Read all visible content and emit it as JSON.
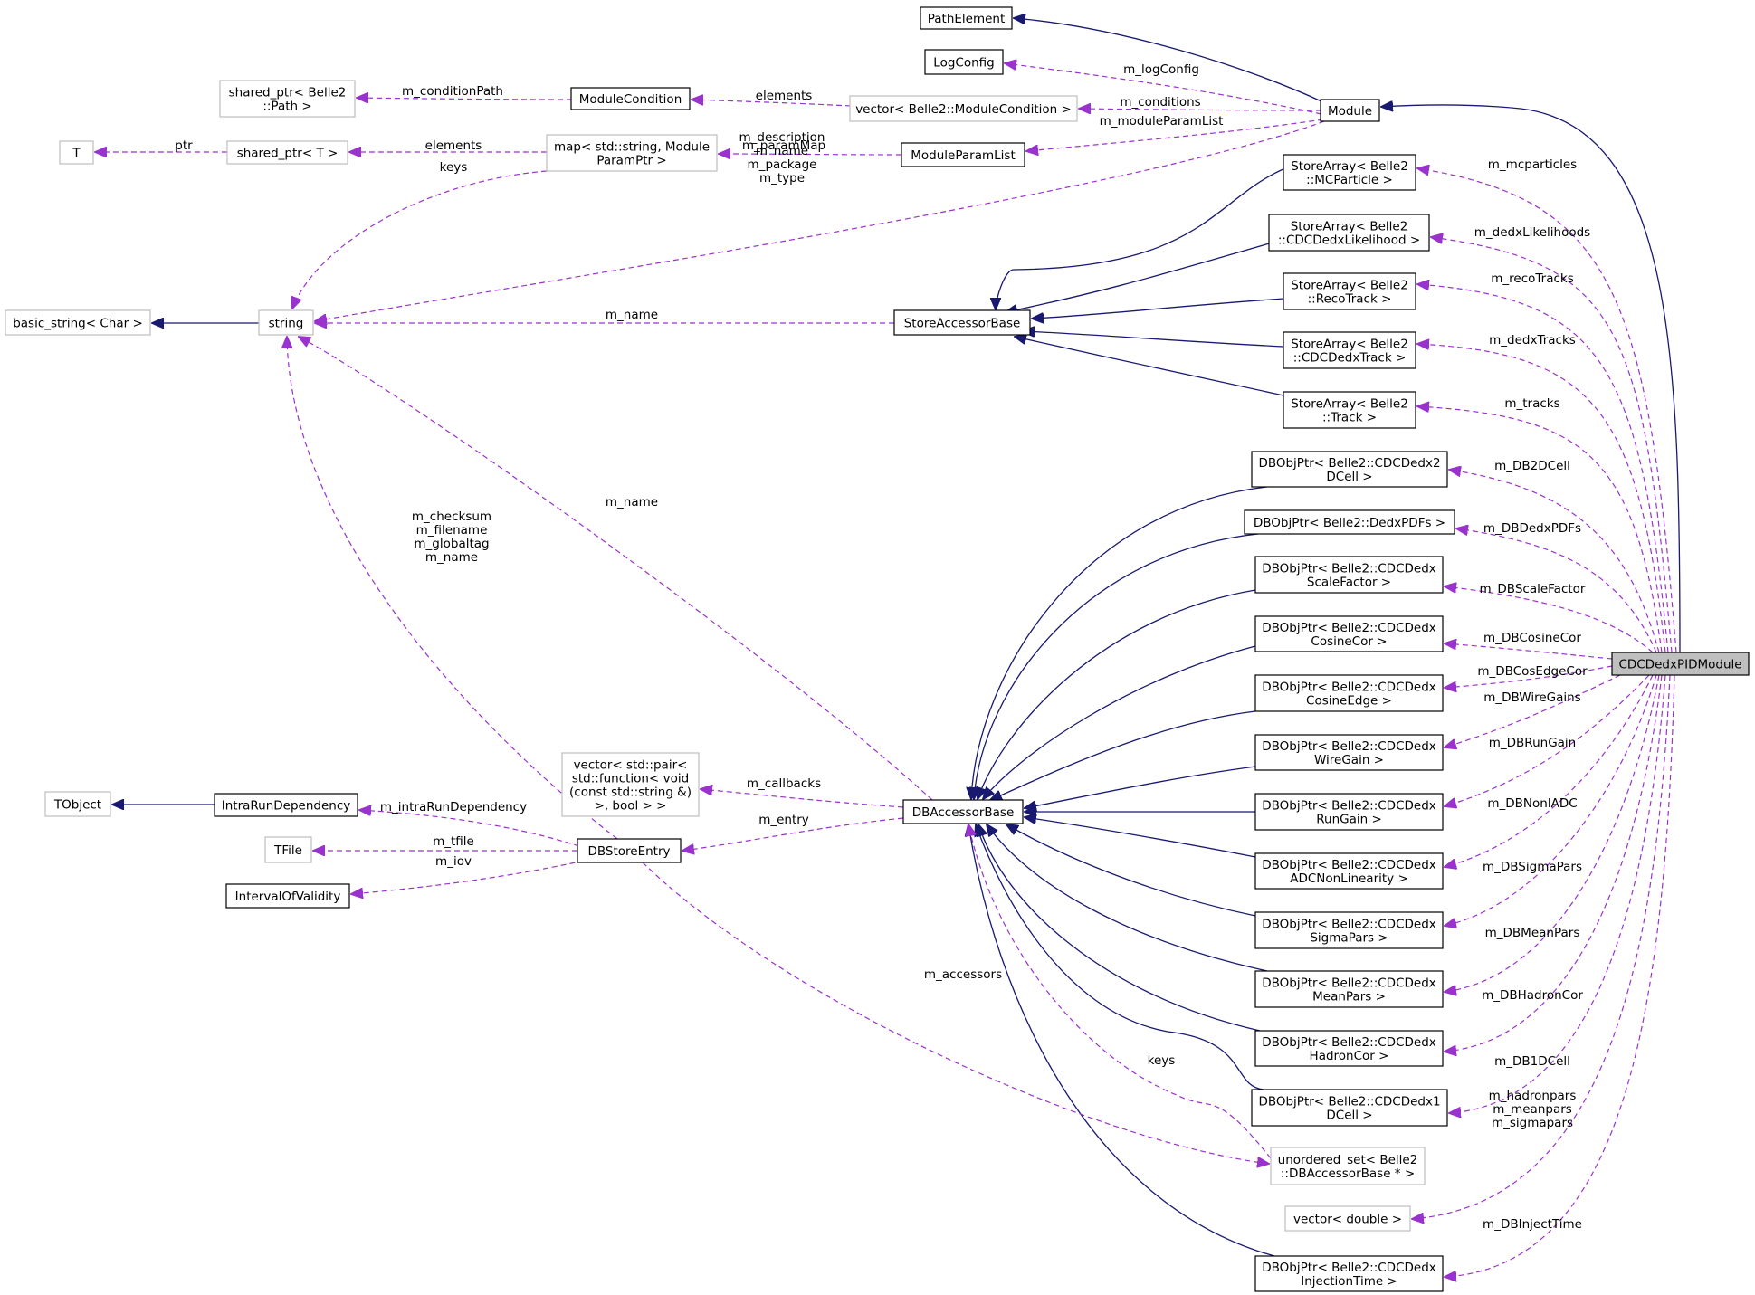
{
  "colors": {
    "inheritance_edge": "#191970",
    "usage_edge": "#9a32cd",
    "main_node_fill": "#bfbfbf",
    "undocumented_border": "#bfbfbf"
  },
  "nodes": [
    {
      "id": "PathElement",
      "lines": [
        "PathElement"
      ],
      "style": "solid"
    },
    {
      "id": "LogConfig",
      "lines": [
        "LogConfig"
      ],
      "style": "solid"
    },
    {
      "id": "shared_ptr_path",
      "lines": [
        "shared_ptr< Belle2",
        "::Path >"
      ],
      "style": "gray"
    },
    {
      "id": "ModuleCondition",
      "lines": [
        "ModuleCondition"
      ],
      "style": "solid"
    },
    {
      "id": "vector_modcond",
      "lines": [
        "vector< Belle2::ModuleCondition >"
      ],
      "style": "gray"
    },
    {
      "id": "Module",
      "lines": [
        "Module"
      ],
      "style": "solid"
    },
    {
      "id": "T",
      "lines": [
        "T"
      ],
      "style": "gray"
    },
    {
      "id": "shared_ptr_T",
      "lines": [
        "shared_ptr< T >"
      ],
      "style": "gray"
    },
    {
      "id": "map_param",
      "lines": [
        "map< std::string, Module",
        "ParamPtr >"
      ],
      "style": "gray"
    },
    {
      "id": "ModuleParamList",
      "lines": [
        "ModuleParamList"
      ],
      "style": "solid"
    },
    {
      "id": "SA_MCParticle",
      "lines": [
        "StoreArray< Belle2",
        "::MCParticle >"
      ],
      "style": "solid"
    },
    {
      "id": "SA_Likelihood",
      "lines": [
        "StoreArray< Belle2",
        "::CDCDedxLikelihood >"
      ],
      "style": "solid"
    },
    {
      "id": "SA_RecoTrack",
      "lines": [
        "StoreArray< Belle2",
        "::RecoTrack >"
      ],
      "style": "solid"
    },
    {
      "id": "SA_DedxTrack",
      "lines": [
        "StoreArray< Belle2",
        "::CDCDedxTrack >"
      ],
      "style": "solid"
    },
    {
      "id": "SA_Track",
      "lines": [
        "StoreArray< Belle2",
        "::Track >"
      ],
      "style": "solid"
    },
    {
      "id": "basic_string",
      "lines": [
        "basic_string< Char >"
      ],
      "style": "gray"
    },
    {
      "id": "string",
      "lines": [
        "string"
      ],
      "style": "gray"
    },
    {
      "id": "StoreAccessorBase",
      "lines": [
        "StoreAccessorBase"
      ],
      "style": "solid"
    },
    {
      "id": "DB_2DCell",
      "lines": [
        "DBObjPtr< Belle2::CDCDedx2",
        "DCell >"
      ],
      "style": "solid"
    },
    {
      "id": "DB_DedxPDFs",
      "lines": [
        "DBObjPtr< Belle2::DedxPDFs >"
      ],
      "style": "solid"
    },
    {
      "id": "DB_ScaleFactor",
      "lines": [
        "DBObjPtr< Belle2::CDCDedx",
        "ScaleFactor >"
      ],
      "style": "solid"
    },
    {
      "id": "DB_CosineCor",
      "lines": [
        "DBObjPtr< Belle2::CDCDedx",
        "CosineCor >"
      ],
      "style": "solid"
    },
    {
      "id": "DB_CosineEdge",
      "lines": [
        "DBObjPtr< Belle2::CDCDedx",
        "CosineEdge >"
      ],
      "style": "solid"
    },
    {
      "id": "DB_WireGain",
      "lines": [
        "DBObjPtr< Belle2::CDCDedx",
        "WireGain >"
      ],
      "style": "solid"
    },
    {
      "id": "DB_RunGain",
      "lines": [
        "DBObjPtr< Belle2::CDCDedx",
        "RunGain >"
      ],
      "style": "solid"
    },
    {
      "id": "DB_ADCNonLin",
      "lines": [
        "DBObjPtr< Belle2::CDCDedx",
        "ADCNonLinearity >"
      ],
      "style": "solid"
    },
    {
      "id": "DB_SigmaPars",
      "lines": [
        "DBObjPtr< Belle2::CDCDedx",
        "SigmaPars >"
      ],
      "style": "solid"
    },
    {
      "id": "DB_MeanPars",
      "lines": [
        "DBObjPtr< Belle2::CDCDedx",
        "MeanPars >"
      ],
      "style": "solid"
    },
    {
      "id": "DB_HadronCor",
      "lines": [
        "DBObjPtr< Belle2::CDCDedx",
        "HadronCor >"
      ],
      "style": "solid"
    },
    {
      "id": "DB_1DCell",
      "lines": [
        "DBObjPtr< Belle2::CDCDedx1",
        "DCell >"
      ],
      "style": "solid"
    },
    {
      "id": "DB_InjectionTime",
      "lines": [
        "DBObjPtr< Belle2::CDCDedx",
        "InjectionTime >"
      ],
      "style": "solid"
    },
    {
      "id": "vector_pair",
      "lines": [
        "vector< std::pair<",
        "std::function< void",
        "(const std::string &)",
        ">, bool > >"
      ],
      "style": "gray"
    },
    {
      "id": "DBAccessorBase",
      "lines": [
        "DBAccessorBase"
      ],
      "style": "solid"
    },
    {
      "id": "TObject",
      "lines": [
        "TObject"
      ],
      "style": "gray"
    },
    {
      "id": "IntraRunDependency",
      "lines": [
        "IntraRunDependency"
      ],
      "style": "solid"
    },
    {
      "id": "TFile",
      "lines": [
        "TFile"
      ],
      "style": "gray"
    },
    {
      "id": "DBStoreEntry",
      "lines": [
        "DBStoreEntry"
      ],
      "style": "solid"
    },
    {
      "id": "IntervalOfValidity",
      "lines": [
        "IntervalOfValidity"
      ],
      "style": "solid"
    },
    {
      "id": "unordered_set",
      "lines": [
        "unordered_set< Belle2",
        "::DBAccessorBase * >"
      ],
      "style": "gray"
    },
    {
      "id": "vector_double",
      "lines": [
        "vector< double >"
      ],
      "style": "gray"
    },
    {
      "id": "CDCDedxPIDModule",
      "lines": [
        "CDCDedxPIDModule"
      ],
      "style": "main"
    }
  ],
  "edge_labels": [
    {
      "id": "m_logConfig",
      "lines": [
        "m_logConfig"
      ]
    },
    {
      "id": "m_conditionPath",
      "lines": [
        "m_conditionPath"
      ]
    },
    {
      "id": "elements_modcond",
      "lines": [
        "elements"
      ]
    },
    {
      "id": "m_conditions",
      "lines": [
        "m_conditions"
      ]
    },
    {
      "id": "m_moduleParamList",
      "lines": [
        "m_moduleParamList"
      ]
    },
    {
      "id": "ptr",
      "lines": [
        "ptr"
      ]
    },
    {
      "id": "elements_T",
      "lines": [
        "elements"
      ]
    },
    {
      "id": "m_paramMap",
      "lines": [
        "m_paramMap"
      ]
    },
    {
      "id": "keys_map",
      "lines": [
        "keys"
      ]
    },
    {
      "id": "module_strings",
      "lines": [
        "m_description",
        "m_name",
        "m_package",
        "m_type"
      ]
    },
    {
      "id": "m_name_store",
      "lines": [
        "m_name"
      ]
    },
    {
      "id": "m_name_db",
      "lines": [
        "m_name"
      ]
    },
    {
      "id": "dbentry_strings",
      "lines": [
        "m_checksum",
        "m_filename",
        "m_globaltag",
        "m_name"
      ]
    },
    {
      "id": "m_mcparticles",
      "lines": [
        "m_mcparticles"
      ]
    },
    {
      "id": "m_dedxLikelihoods",
      "lines": [
        "m_dedxLikelihoods"
      ]
    },
    {
      "id": "m_recoTracks",
      "lines": [
        "m_recoTracks"
      ]
    },
    {
      "id": "m_dedxTracks",
      "lines": [
        "m_dedxTracks"
      ]
    },
    {
      "id": "m_tracks",
      "lines": [
        "m_tracks"
      ]
    },
    {
      "id": "m_DB2DCell",
      "lines": [
        "m_DB2DCell"
      ]
    },
    {
      "id": "m_DBDedxPDFs",
      "lines": [
        "m_DBDedxPDFs"
      ]
    },
    {
      "id": "m_DBScaleFactor",
      "lines": [
        "m_DBScaleFactor"
      ]
    },
    {
      "id": "m_DBCosineCor",
      "lines": [
        "m_DBCosineCor"
      ]
    },
    {
      "id": "m_DBCosEdgeCor",
      "lines": [
        "m_DBCosEdgeCor"
      ]
    },
    {
      "id": "m_DBWireGains",
      "lines": [
        "m_DBWireGains"
      ]
    },
    {
      "id": "m_DBRunGain",
      "lines": [
        "m_DBRunGain"
      ]
    },
    {
      "id": "m_DBNonlADC",
      "lines": [
        "m_DBNonlADC"
      ]
    },
    {
      "id": "m_DBSigmaPars",
      "lines": [
        "m_DBSigmaPars"
      ]
    },
    {
      "id": "m_DBMeanPars",
      "lines": [
        "m_DBMeanPars"
      ]
    },
    {
      "id": "m_DBHadronCor",
      "lines": [
        "m_DBHadronCor"
      ]
    },
    {
      "id": "m_DB1DCell",
      "lines": [
        "m_DB1DCell"
      ]
    },
    {
      "id": "vector_double_members",
      "lines": [
        "m_hadronpars",
        "m_meanpars",
        "m_sigmapars"
      ]
    },
    {
      "id": "m_DBInjectTime",
      "lines": [
        "m_DBInjectTime"
      ]
    },
    {
      "id": "m_callbacks",
      "lines": [
        "m_callbacks"
      ]
    },
    {
      "id": "m_entry",
      "lines": [
        "m_entry"
      ]
    },
    {
      "id": "m_intraRunDependency",
      "lines": [
        "m_intraRunDependency"
      ]
    },
    {
      "id": "m_tfile",
      "lines": [
        "m_tfile"
      ]
    },
    {
      "id": "m_iov",
      "lines": [
        "m_iov"
      ]
    },
    {
      "id": "m_accessors",
      "lines": [
        "m_accessors"
      ]
    },
    {
      "id": "keys_set",
      "lines": [
        "keys"
      ]
    }
  ],
  "edges": [
    {
      "from": "Module",
      "to": "PathElement",
      "kind": "inheritance"
    },
    {
      "from": "CDCDedxPIDModule",
      "to": "Module",
      "kind": "inheritance"
    },
    {
      "from": "Module",
      "to": "LogConfig",
      "kind": "usage",
      "label": "m_logConfig"
    },
    {
      "from": "ModuleCondition",
      "to": "shared_ptr_path",
      "kind": "usage",
      "label": "m_conditionPath"
    },
    {
      "from": "vector_modcond",
      "to": "ModuleCondition",
      "kind": "usage",
      "label": "elements_modcond"
    },
    {
      "from": "Module",
      "to": "vector_modcond",
      "kind": "usage",
      "label": "m_conditions"
    },
    {
      "from": "Module",
      "to": "ModuleParamList",
      "kind": "usage",
      "label": "m_moduleParamList"
    },
    {
      "from": "shared_ptr_T",
      "to": "T",
      "kind": "usage",
      "label": "ptr"
    },
    {
      "from": "map_param",
      "to": "shared_ptr_T",
      "kind": "usage",
      "label": "elements_T"
    },
    {
      "from": "ModuleParamList",
      "to": "map_param",
      "kind": "usage",
      "label": "m_paramMap"
    },
    {
      "from": "map_param",
      "to": "string",
      "kind": "usage",
      "label": "keys_map"
    },
    {
      "from": "Module",
      "to": "string",
      "kind": "usage",
      "label": "module_strings"
    },
    {
      "from": "string",
      "to": "basic_string",
      "kind": "inheritance"
    },
    {
      "from": "StoreAccessorBase",
      "to": "string",
      "kind": "usage",
      "label": "m_name_store"
    },
    {
      "from": "DBAccessorBase",
      "to": "string",
      "kind": "usage",
      "label": "m_name_db"
    },
    {
      "from": "DBStoreEntry",
      "to": "string",
      "kind": "usage",
      "label": "dbentry_strings"
    },
    {
      "from": "SA_MCParticle",
      "to": "StoreAccessorBase",
      "kind": "inheritance"
    },
    {
      "from": "SA_Likelihood",
      "to": "StoreAccessorBase",
      "kind": "inheritance"
    },
    {
      "from": "SA_RecoTrack",
      "to": "StoreAccessorBase",
      "kind": "inheritance"
    },
    {
      "from": "SA_DedxTrack",
      "to": "StoreAccessorBase",
      "kind": "inheritance"
    },
    {
      "from": "SA_Track",
      "to": "StoreAccessorBase",
      "kind": "inheritance"
    },
    {
      "from": "CDCDedxPIDModule",
      "to": "SA_MCParticle",
      "kind": "usage",
      "label": "m_mcparticles"
    },
    {
      "from": "CDCDedxPIDModule",
      "to": "SA_Likelihood",
      "kind": "usage",
      "label": "m_dedxLikelihoods"
    },
    {
      "from": "CDCDedxPIDModule",
      "to": "SA_RecoTrack",
      "kind": "usage",
      "label": "m_recoTracks"
    },
    {
      "from": "CDCDedxPIDModule",
      "to": "SA_DedxTrack",
      "kind": "usage",
      "label": "m_dedxTracks"
    },
    {
      "from": "CDCDedxPIDModule",
      "to": "SA_Track",
      "kind": "usage",
      "label": "m_tracks"
    },
    {
      "from": "DB_2DCell",
      "to": "DBAccessorBase",
      "kind": "inheritance"
    },
    {
      "from": "DB_DedxPDFs",
      "to": "DBAccessorBase",
      "kind": "inheritance"
    },
    {
      "from": "DB_ScaleFactor",
      "to": "DBAccessorBase",
      "kind": "inheritance"
    },
    {
      "from": "DB_CosineCor",
      "to": "DBAccessorBase",
      "kind": "inheritance"
    },
    {
      "from": "DB_CosineEdge",
      "to": "DBAccessorBase",
      "kind": "inheritance"
    },
    {
      "from": "DB_WireGain",
      "to": "DBAccessorBase",
      "kind": "inheritance"
    },
    {
      "from": "DB_RunGain",
      "to": "DBAccessorBase",
      "kind": "inheritance"
    },
    {
      "from": "DB_ADCNonLin",
      "to": "DBAccessorBase",
      "kind": "inheritance"
    },
    {
      "from": "DB_SigmaPars",
      "to": "DBAccessorBase",
      "kind": "inheritance"
    },
    {
      "from": "DB_MeanPars",
      "to": "DBAccessorBase",
      "kind": "inheritance"
    },
    {
      "from": "DB_HadronCor",
      "to": "DBAccessorBase",
      "kind": "inheritance"
    },
    {
      "from": "DB_1DCell",
      "to": "DBAccessorBase",
      "kind": "inheritance"
    },
    {
      "from": "DB_InjectionTime",
      "to": "DBAccessorBase",
      "kind": "inheritance"
    },
    {
      "from": "CDCDedxPIDModule",
      "to": "DB_2DCell",
      "kind": "usage",
      "label": "m_DB2DCell"
    },
    {
      "from": "CDCDedxPIDModule",
      "to": "DB_DedxPDFs",
      "kind": "usage",
      "label": "m_DBDedxPDFs"
    },
    {
      "from": "CDCDedxPIDModule",
      "to": "DB_ScaleFactor",
      "kind": "usage",
      "label": "m_DBScaleFactor"
    },
    {
      "from": "CDCDedxPIDModule",
      "to": "DB_CosineCor",
      "kind": "usage",
      "label": "m_DBCosineCor"
    },
    {
      "from": "CDCDedxPIDModule",
      "to": "DB_CosineEdge",
      "kind": "usage",
      "label": "m_DBCosEdgeCor"
    },
    {
      "from": "CDCDedxPIDModule",
      "to": "DB_WireGain",
      "kind": "usage",
      "label": "m_DBWireGains"
    },
    {
      "from": "CDCDedxPIDModule",
      "to": "DB_RunGain",
      "kind": "usage",
      "label": "m_DBRunGain"
    },
    {
      "from": "CDCDedxPIDModule",
      "to": "DB_ADCNonLin",
      "kind": "usage",
      "label": "m_DBNonlADC"
    },
    {
      "from": "CDCDedxPIDModule",
      "to": "DB_SigmaPars",
      "kind": "usage",
      "label": "m_DBSigmaPars"
    },
    {
      "from": "CDCDedxPIDModule",
      "to": "DB_MeanPars",
      "kind": "usage",
      "label": "m_DBMeanPars"
    },
    {
      "from": "CDCDedxPIDModule",
      "to": "DB_HadronCor",
      "kind": "usage",
      "label": "m_DBHadronCor"
    },
    {
      "from": "CDCDedxPIDModule",
      "to": "DB_1DCell",
      "kind": "usage",
      "label": "m_DB1DCell"
    },
    {
      "from": "CDCDedxPIDModule",
      "to": "vector_double",
      "kind": "usage",
      "label": "vector_double_members"
    },
    {
      "from": "CDCDedxPIDModule",
      "to": "DB_InjectionTime",
      "kind": "usage",
      "label": "m_DBInjectTime"
    },
    {
      "from": "DBAccessorBase",
      "to": "vector_pair",
      "kind": "usage",
      "label": "m_callbacks"
    },
    {
      "from": "DBAccessorBase",
      "to": "DBStoreEntry",
      "kind": "usage",
      "label": "m_entry"
    },
    {
      "from": "IntraRunDependency",
      "to": "TObject",
      "kind": "inheritance"
    },
    {
      "from": "DBStoreEntry",
      "to": "IntraRunDependency",
      "kind": "usage",
      "label": "m_intraRunDependency"
    },
    {
      "from": "DBStoreEntry",
      "to": "TFile",
      "kind": "usage",
      "label": "m_tfile"
    },
    {
      "from": "DBStoreEntry",
      "to": "IntervalOfValidity",
      "kind": "usage",
      "label": "m_iov"
    },
    {
      "from": "DBStoreEntry",
      "to": "unordered_set",
      "kind": "usage",
      "label": "m_accessors"
    },
    {
      "from": "unordered_set",
      "to": "DBAccessorBase",
      "kind": "usage",
      "label": "keys_set"
    }
  ]
}
